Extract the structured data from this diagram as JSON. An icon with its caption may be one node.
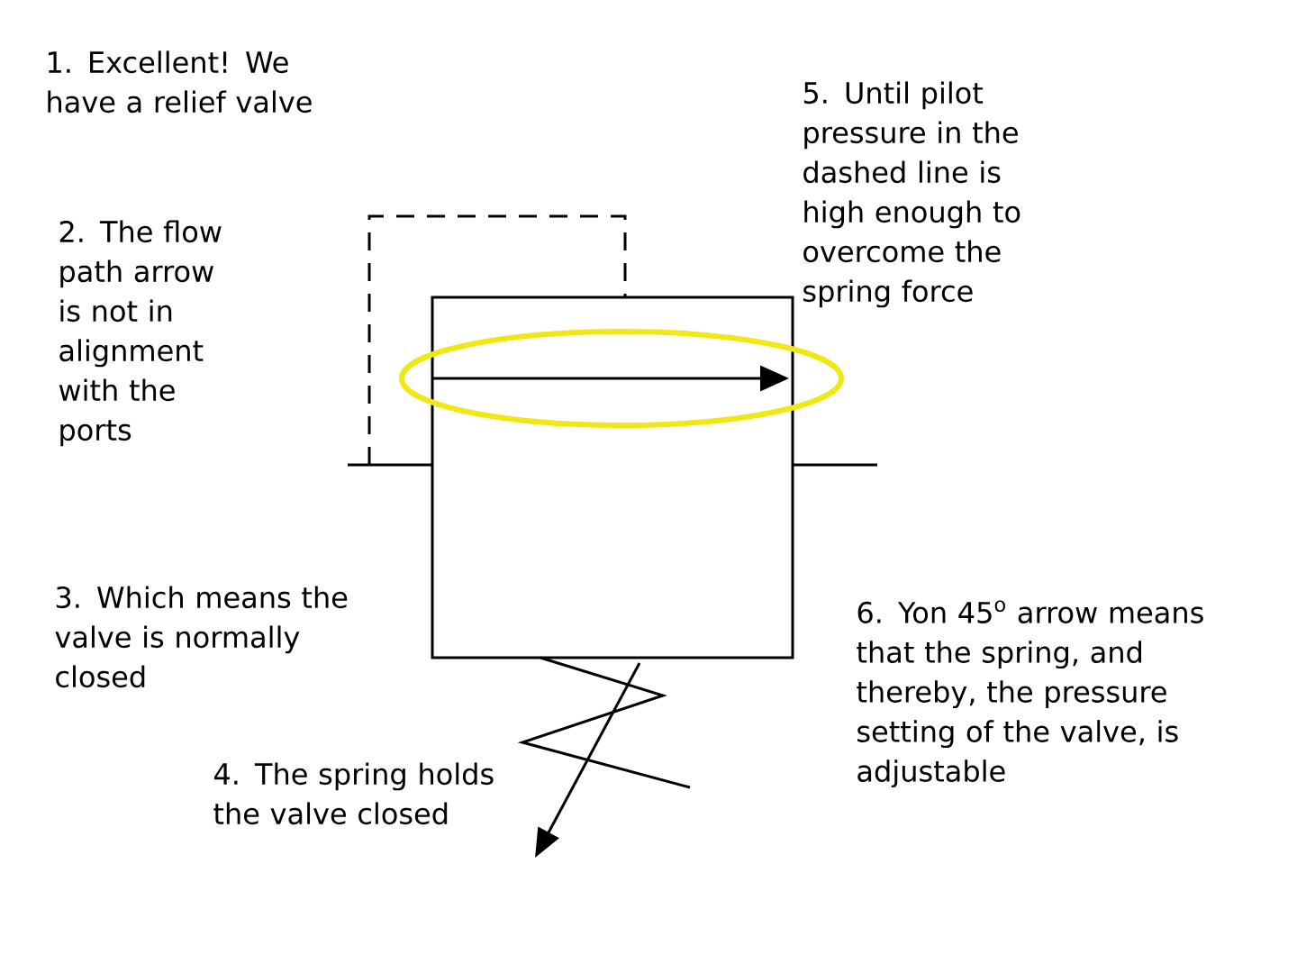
{
  "diagram": {
    "labels": [
      "1.  Excellent! We have a relief valve",
      "2. The flow path arrow is not in alignment with the ports",
      "3.  Which means the valve is normally closed",
      "4.  The spring holds the valve closed",
      "5. Until pilot pressure in the dashed line is high enough to overcome the spring force",
      "6. Yon 45$^{o}$ arrow means that the spring,  and thereby, the pressure setting of the valve, is adjustable"
    ]
  }
}
